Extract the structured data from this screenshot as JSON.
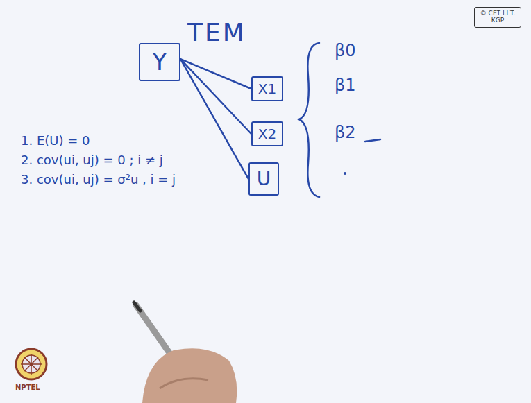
{
  "diagram": {
    "title": "TEM",
    "nodes": [
      {
        "text": [
          "Y"
        ]
      },
      {
        "text": [
          "X1"
        ]
      },
      {
        "text": [
          "X2"
        ]
      },
      {
        "text": [
          "U"
        ]
      },
      {
        "text": [
          "© CET I.I.T. KGP"
        ]
      }
    ],
    "edges": [
      {
        "from": 0,
        "to": 1,
        "arrow": "none"
      },
      {
        "from": 0,
        "to": 2,
        "arrow": "none"
      },
      {
        "from": 0,
        "to": 3,
        "arrow": "none"
      }
    ],
    "labels": [
      "β0",
      "β1",
      "β2",
      "1. E(U) = 0",
      "2. cov(ui, uj) = 0 ; i ≠ j",
      "3. cov(ui, uj) = σ²u , i = j",
      "NPTEL"
    ]
  }
}
